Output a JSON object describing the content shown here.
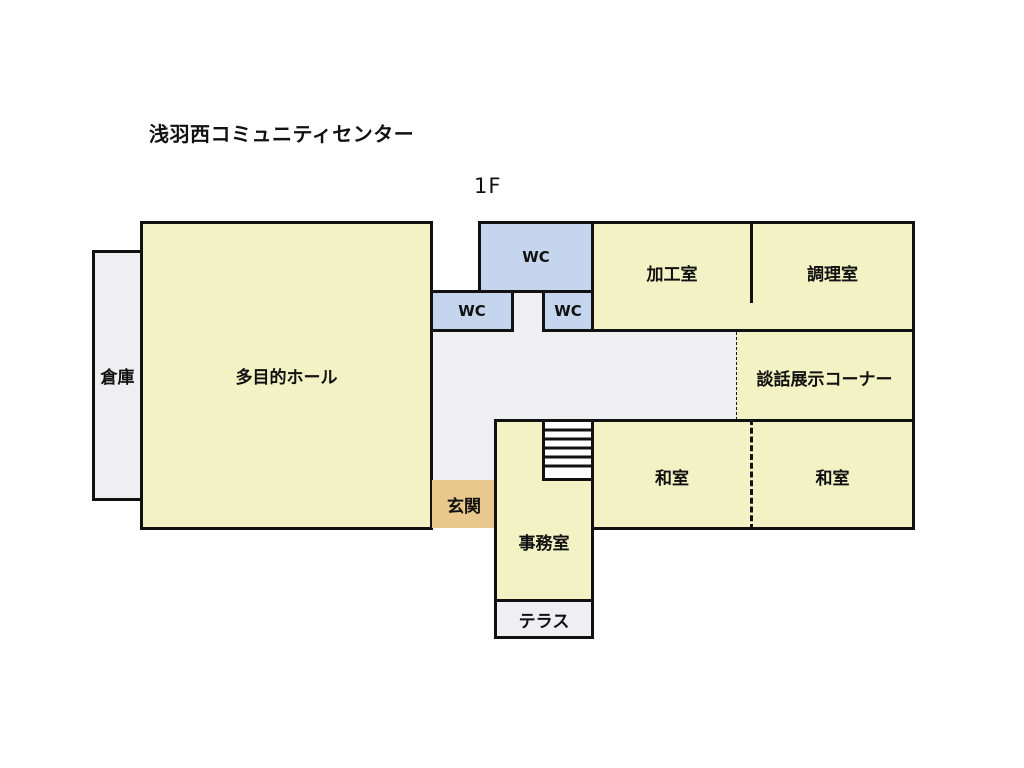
{
  "title": "浅羽西コミュニティセンター",
  "floor": "1F",
  "rooms": {
    "storage": "倉庫",
    "hall": "多目的ホール",
    "wc_top": "WC",
    "wc_left": "WC",
    "wc_right": "WC",
    "processing": "加工室",
    "cooking": "調理室",
    "lounge": "談話展示コーナー",
    "washitsu_1": "和室",
    "washitsu_2": "和室",
    "entrance": "玄関",
    "office": "事務室",
    "terrace": "テラス"
  }
}
